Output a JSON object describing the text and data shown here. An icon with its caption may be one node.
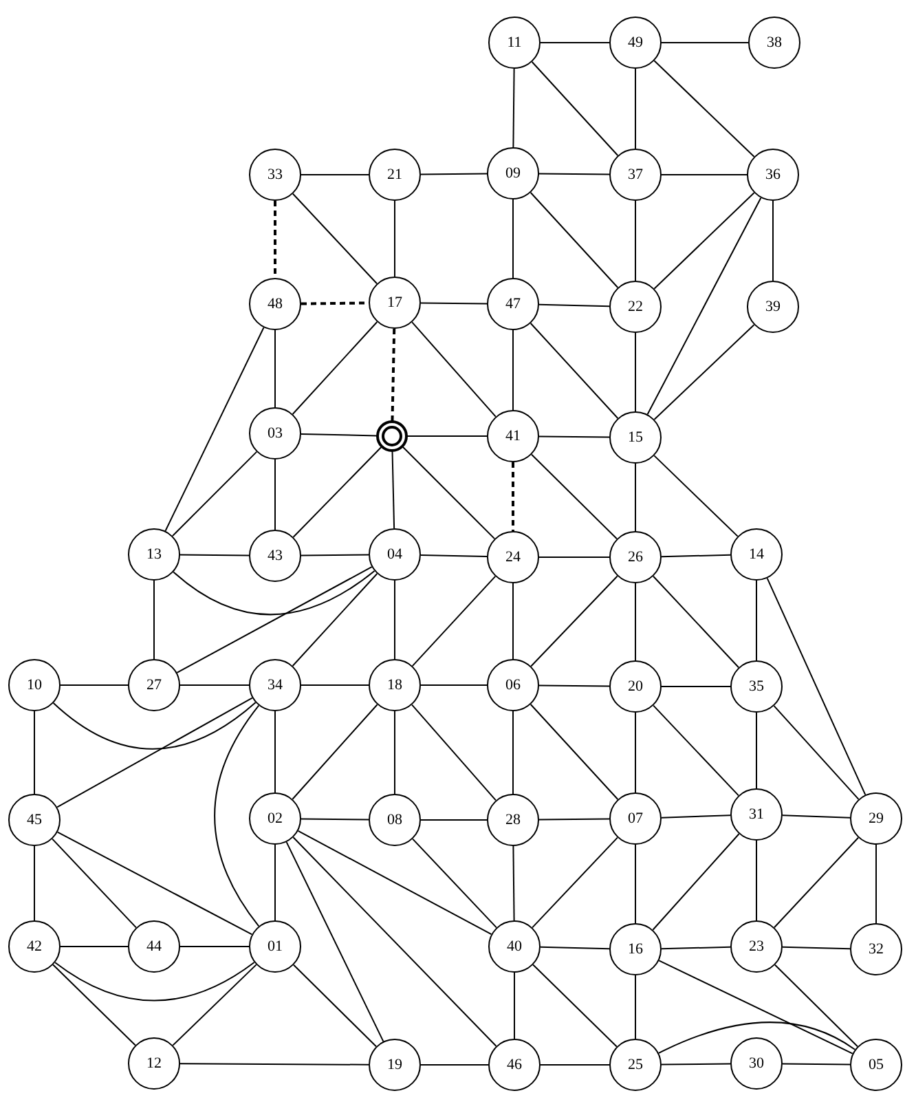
{
  "diagram": {
    "nodes": [
      {
        "text": [
          "11"
        ]
      },
      {
        "text": [
          "49"
        ]
      },
      {
        "text": [
          "38"
        ]
      },
      {
        "text": [
          "33"
        ]
      },
      {
        "text": [
          "21"
        ]
      },
      {
        "text": [
          "09"
        ]
      },
      {
        "text": [
          "37"
        ]
      },
      {
        "text": [
          "36"
        ]
      },
      {
        "text": [
          "48"
        ]
      },
      {
        "text": [
          "17"
        ]
      },
      {
        "text": [
          "47"
        ]
      },
      {
        "text": [
          "22"
        ]
      },
      {
        "text": [
          "39"
        ]
      },
      {
        "text": [
          "03"
        ]
      },
      {
        "text": [],
        "shape": "ring"
      },
      {
        "text": [
          "41"
        ]
      },
      {
        "text": [
          "15"
        ]
      },
      {
        "text": [
          "13"
        ]
      },
      {
        "text": [
          "43"
        ]
      },
      {
        "text": [
          "04"
        ]
      },
      {
        "text": [
          "24"
        ]
      },
      {
        "text": [
          "26"
        ]
      },
      {
        "text": [
          "14"
        ]
      },
      {
        "text": [
          "10"
        ]
      },
      {
        "text": [
          "27"
        ]
      },
      {
        "text": [
          "34"
        ]
      },
      {
        "text": [
          "18"
        ]
      },
      {
        "text": [
          "06"
        ]
      },
      {
        "text": [
          "20"
        ]
      },
      {
        "text": [
          "35"
        ]
      },
      {
        "text": [
          "45"
        ]
      },
      {
        "text": [
          "02"
        ]
      },
      {
        "text": [
          "08"
        ]
      },
      {
        "text": [
          "28"
        ]
      },
      {
        "text": [
          "07"
        ]
      },
      {
        "text": [
          "31"
        ]
      },
      {
        "text": [
          "29"
        ]
      },
      {
        "text": [
          "42"
        ]
      },
      {
        "text": [
          "44"
        ]
      },
      {
        "text": [
          "01"
        ]
      },
      {
        "text": [
          "40"
        ]
      },
      {
        "text": [
          "16"
        ]
      },
      {
        "text": [
          "23"
        ]
      },
      {
        "text": [
          "32"
        ]
      },
      {
        "text": [
          "12"
        ]
      },
      {
        "text": [
          "19"
        ]
      },
      {
        "text": [
          "46"
        ]
      },
      {
        "text": [
          "25"
        ]
      },
      {
        "text": [
          "30"
        ]
      },
      {
        "text": [
          "05"
        ]
      }
    ],
    "edges": [
      {
        "from": 0,
        "to": 1,
        "arrow": "none"
      },
      {
        "from": 1,
        "to": 2,
        "arrow": "none"
      },
      {
        "from": 0,
        "to": 5,
        "arrow": "none"
      },
      {
        "from": 0,
        "to": 6,
        "arrow": "none"
      },
      {
        "from": 1,
        "to": 6,
        "arrow": "none"
      },
      {
        "from": 1,
        "to": 7,
        "arrow": "none"
      },
      {
        "from": 3,
        "to": 4,
        "arrow": "none"
      },
      {
        "from": 4,
        "to": 5,
        "arrow": "none"
      },
      {
        "from": 5,
        "to": 6,
        "arrow": "none"
      },
      {
        "from": 6,
        "to": 7,
        "arrow": "none"
      },
      {
        "from": 3,
        "to": 9,
        "arrow": "none"
      },
      {
        "from": 4,
        "to": 9,
        "arrow": "none"
      },
      {
        "from": 5,
        "to": 10,
        "arrow": "none"
      },
      {
        "from": 5,
        "to": 11,
        "arrow": "none"
      },
      {
        "from": 6,
        "to": 11,
        "arrow": "none"
      },
      {
        "from": 7,
        "to": 11,
        "arrow": "none"
      },
      {
        "from": 7,
        "to": 16,
        "arrow": "none"
      },
      {
        "from": 7,
        "to": 12,
        "arrow": "none"
      },
      {
        "from": 3,
        "to": 8,
        "arrow": "none",
        "style": "dashed"
      },
      {
        "from": 8,
        "to": 9,
        "arrow": "none",
        "style": "dashed"
      },
      {
        "from": 9,
        "to": 10,
        "arrow": "none"
      },
      {
        "from": 10,
        "to": 11,
        "arrow": "none"
      },
      {
        "from": 8,
        "to": 17,
        "arrow": "none"
      },
      {
        "from": 8,
        "to": 13,
        "arrow": "none"
      },
      {
        "from": 9,
        "to": 13,
        "arrow": "none"
      },
      {
        "from": 9,
        "to": 14,
        "arrow": "none",
        "style": "dashed"
      },
      {
        "from": 9,
        "to": 15,
        "arrow": "none"
      },
      {
        "from": 10,
        "to": 15,
        "arrow": "none"
      },
      {
        "from": 10,
        "to": 16,
        "arrow": "none"
      },
      {
        "from": 11,
        "to": 16,
        "arrow": "none"
      },
      {
        "from": 12,
        "to": 16,
        "arrow": "none"
      },
      {
        "from": 13,
        "to": 14,
        "arrow": "none"
      },
      {
        "from": 14,
        "to": 15,
        "arrow": "none"
      },
      {
        "from": 15,
        "to": 16,
        "arrow": "none"
      },
      {
        "from": 13,
        "to": 17,
        "arrow": "none"
      },
      {
        "from": 13,
        "to": 18,
        "arrow": "none"
      },
      {
        "from": 14,
        "to": 18,
        "arrow": "none"
      },
      {
        "from": 14,
        "to": 19,
        "arrow": "none"
      },
      {
        "from": 14,
        "to": 20,
        "arrow": "none"
      },
      {
        "from": 15,
        "to": 20,
        "arrow": "none",
        "style": "dashed"
      },
      {
        "from": 15,
        "to": 21,
        "arrow": "none"
      },
      {
        "from": 16,
        "to": 21,
        "arrow": "none"
      },
      {
        "from": 16,
        "to": 22,
        "arrow": "none"
      },
      {
        "from": 17,
        "to": 18,
        "arrow": "none"
      },
      {
        "from": 18,
        "to": 19,
        "arrow": "none"
      },
      {
        "from": 19,
        "to": 20,
        "arrow": "none"
      },
      {
        "from": 20,
        "to": 21,
        "arrow": "none"
      },
      {
        "from": 21,
        "to": 22,
        "arrow": "none"
      },
      {
        "from": 17,
        "to": 24,
        "arrow": "none"
      },
      {
        "from": 17,
        "to": 19,
        "arrow": "none"
      },
      {
        "from": 19,
        "to": 24,
        "arrow": "none"
      },
      {
        "from": 19,
        "to": 25,
        "arrow": "none"
      },
      {
        "from": 19,
        "to": 26,
        "arrow": "none"
      },
      {
        "from": 20,
        "to": 26,
        "arrow": "none"
      },
      {
        "from": 20,
        "to": 27,
        "arrow": "none"
      },
      {
        "from": 21,
        "to": 27,
        "arrow": "none"
      },
      {
        "from": 21,
        "to": 28,
        "arrow": "none"
      },
      {
        "from": 21,
        "to": 29,
        "arrow": "none"
      },
      {
        "from": 22,
        "to": 29,
        "arrow": "none"
      },
      {
        "from": 22,
        "to": 36,
        "arrow": "none"
      },
      {
        "from": 23,
        "to": 24,
        "arrow": "none"
      },
      {
        "from": 24,
        "to": 25,
        "arrow": "none"
      },
      {
        "from": 25,
        "to": 26,
        "arrow": "none"
      },
      {
        "from": 26,
        "to": 27,
        "arrow": "none"
      },
      {
        "from": 27,
        "to": 28,
        "arrow": "none"
      },
      {
        "from": 28,
        "to": 29,
        "arrow": "none"
      },
      {
        "from": 23,
        "to": 25,
        "arrow": "none"
      },
      {
        "from": 23,
        "to": 30,
        "arrow": "none"
      },
      {
        "from": 25,
        "to": 30,
        "arrow": "none"
      },
      {
        "from": 25,
        "to": 39,
        "arrow": "none"
      },
      {
        "from": 25,
        "to": 31,
        "arrow": "none"
      },
      {
        "from": 26,
        "to": 31,
        "arrow": "none"
      },
      {
        "from": 26,
        "to": 32,
        "arrow": "none"
      },
      {
        "from": 26,
        "to": 33,
        "arrow": "none"
      },
      {
        "from": 27,
        "to": 33,
        "arrow": "none"
      },
      {
        "from": 27,
        "to": 34,
        "arrow": "none"
      },
      {
        "from": 28,
        "to": 34,
        "arrow": "none"
      },
      {
        "from": 28,
        "to": 35,
        "arrow": "none"
      },
      {
        "from": 29,
        "to": 35,
        "arrow": "none"
      },
      {
        "from": 29,
        "to": 36,
        "arrow": "none"
      },
      {
        "from": 31,
        "to": 32,
        "arrow": "none"
      },
      {
        "from": 32,
        "to": 33,
        "arrow": "none"
      },
      {
        "from": 33,
        "to": 34,
        "arrow": "none"
      },
      {
        "from": 34,
        "to": 35,
        "arrow": "none"
      },
      {
        "from": 35,
        "to": 36,
        "arrow": "none"
      },
      {
        "from": 30,
        "to": 37,
        "arrow": "none"
      },
      {
        "from": 30,
        "to": 38,
        "arrow": "none"
      },
      {
        "from": 30,
        "to": 39,
        "arrow": "none"
      },
      {
        "from": 31,
        "to": 39,
        "arrow": "none"
      },
      {
        "from": 31,
        "to": 40,
        "arrow": "none"
      },
      {
        "from": 31,
        "to": 46,
        "arrow": "none"
      },
      {
        "from": 31,
        "to": 45,
        "arrow": "none"
      },
      {
        "from": 32,
        "to": 40,
        "arrow": "none"
      },
      {
        "from": 33,
        "to": 40,
        "arrow": "none"
      },
      {
        "from": 34,
        "to": 40,
        "arrow": "none"
      },
      {
        "from": 34,
        "to": 41,
        "arrow": "none"
      },
      {
        "from": 35,
        "to": 41,
        "arrow": "none"
      },
      {
        "from": 35,
        "to": 42,
        "arrow": "none"
      },
      {
        "from": 36,
        "to": 42,
        "arrow": "none"
      },
      {
        "from": 36,
        "to": 43,
        "arrow": "none"
      },
      {
        "from": 37,
        "to": 38,
        "arrow": "none"
      },
      {
        "from": 38,
        "to": 39,
        "arrow": "none"
      },
      {
        "from": 37,
        "to": 39,
        "arrow": "none"
      },
      {
        "from": 37,
        "to": 44,
        "arrow": "none"
      },
      {
        "from": 39,
        "to": 44,
        "arrow": "none"
      },
      {
        "from": 39,
        "to": 45,
        "arrow": "none"
      },
      {
        "from": 40,
        "to": 41,
        "arrow": "none"
      },
      {
        "from": 41,
        "to": 42,
        "arrow": "none"
      },
      {
        "from": 42,
        "to": 43,
        "arrow": "none"
      },
      {
        "from": 41,
        "to": 49,
        "arrow": "none"
      },
      {
        "from": 42,
        "to": 49,
        "arrow": "none"
      },
      {
        "from": 40,
        "to": 46,
        "arrow": "none"
      },
      {
        "from": 40,
        "to": 47,
        "arrow": "none"
      },
      {
        "from": 41,
        "to": 47,
        "arrow": "none"
      },
      {
        "from": 44,
        "to": 45,
        "arrow": "none"
      },
      {
        "from": 45,
        "to": 46,
        "arrow": "none"
      },
      {
        "from": 46,
        "to": 47,
        "arrow": "none"
      },
      {
        "from": 47,
        "to": 48,
        "arrow": "none"
      },
      {
        "from": 48,
        "to": 49,
        "arrow": "none"
      },
      {
        "from": 47,
        "to": 49,
        "arrow": "none"
      }
    ]
  }
}
